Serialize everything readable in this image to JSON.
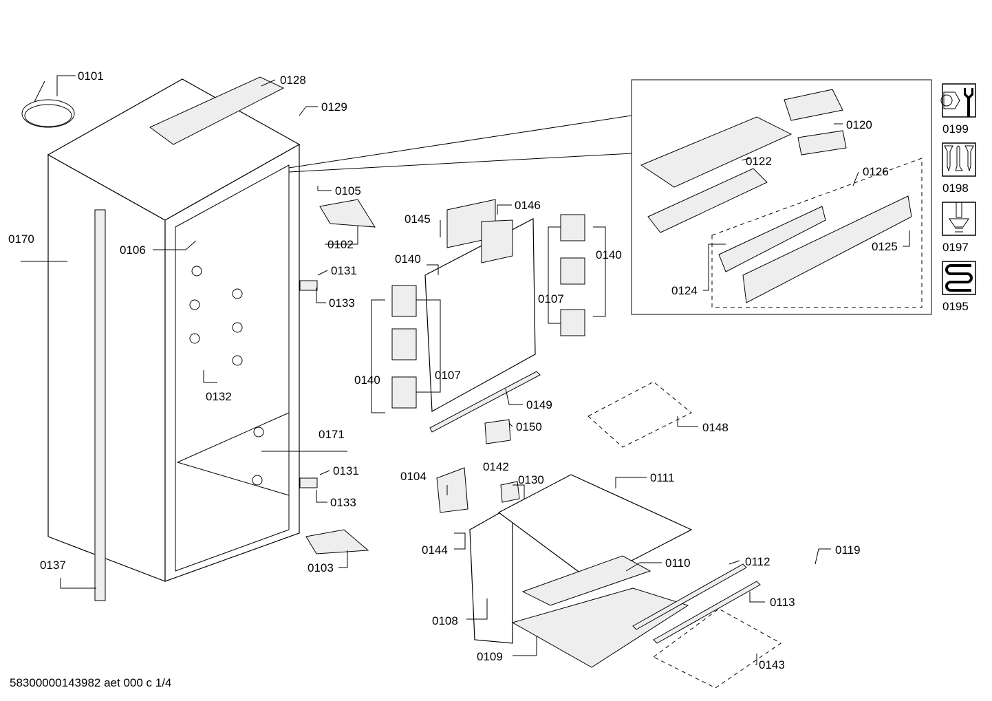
{
  "callouts": {
    "c0101": "0101",
    "c0128": "0128",
    "c0129": "0129",
    "c0170": "0170",
    "c0106": "0106",
    "c0105": "0105",
    "c0102": "0102",
    "c0131a": "0131",
    "c0133a": "0133",
    "c0132": "0132",
    "c0171": "0171",
    "c0131b": "0131",
    "c0133b": "0133",
    "c0137": "0137",
    "c0103": "0103",
    "c0145": "0145",
    "c0146": "0146",
    "c0140a": "0140",
    "c0140b": "0140",
    "c0107a": "0107",
    "c0107b": "0107",
    "c0140c": "0140",
    "c0149": "0149",
    "c0150": "0150",
    "c0148": "0148",
    "c0104": "0104",
    "c0142": "0142",
    "c0130": "0130",
    "c0111": "0111",
    "c0144": "0144",
    "c0110": "0110",
    "c0112": "0112",
    "c0119": "0119",
    "c0113": "0113",
    "c0108": "0108",
    "c0109": "0109",
    "c0143": "0143",
    "c0120": "0120",
    "c0122": "0122",
    "c0126": "0126",
    "c0125": "0125",
    "c0124": "0124"
  },
  "legend": [
    {
      "icon": "wrench-nut-icon",
      "code": "0199"
    },
    {
      "icon": "screws-icon",
      "code": "0198"
    },
    {
      "icon": "screw-tip-icon",
      "code": "0197"
    },
    {
      "icon": "heating-coil-icon",
      "code": "0195"
    }
  ],
  "footer": "58300000143982 aet 000 c 1/4"
}
